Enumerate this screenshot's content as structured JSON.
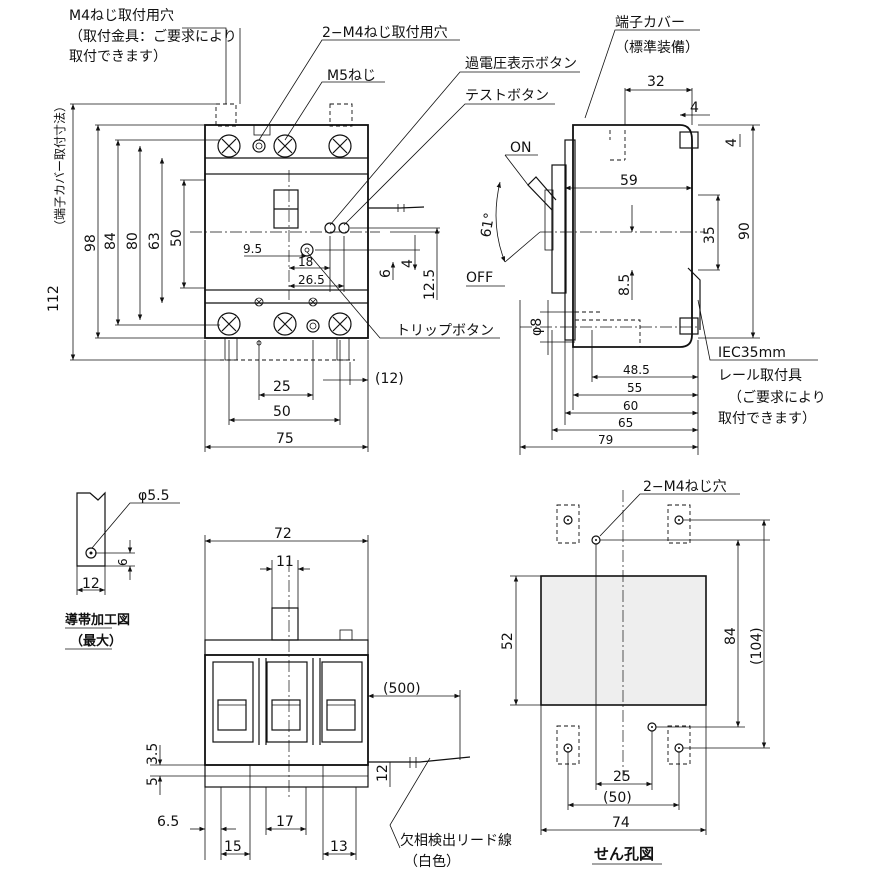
{
  "labels": {
    "m4_hole": "M4ねじ取付用穴",
    "m4_hole_note1": "（取付金具：ご要求により",
    "m4_hole_note2": "取付できます）",
    "two_m4_hole": "2−M4ねじ取付用穴",
    "m5_screw": "M5ねじ",
    "overvoltage_button": "過電圧表示ボタン",
    "test_button": "テストボタン",
    "trip_button": "トリップボタン",
    "terminal_cover": "端子カバー",
    "terminal_cover_std": "（標準装備）",
    "on": "ON",
    "off": "OFF",
    "angle": "61°",
    "rail_1": "IEC35mm",
    "rail_2": "レール取付具",
    "rail_3": "（ご要求により",
    "rail_4": "取付できます）",
    "left_vertical": "（端子カバー取付寸法）",
    "busbar_1": "導帯加工図",
    "busbar_2": "（最大）",
    "phase_lead": "欠相検出リード線",
    "phase_lead_color": "（白色）",
    "two_m4_screw_hole": "2−M4ねじ穴",
    "drill_hole": "せん孔図"
  },
  "dims_front": {
    "d112": "112",
    "d98": "98",
    "d84": "84",
    "d80": "80",
    "d63": "63",
    "d50": "50",
    "d9_5": "9.5",
    "d18": "18",
    "d26_5": "26.5",
    "d6": "6",
    "d4": "4",
    "d12_5": "12.5",
    "d25": "25",
    "d12p": "(12)",
    "d50b": "50",
    "d75": "75"
  },
  "dims_side": {
    "d32": "32",
    "d4": "4",
    "d59": "59",
    "d35": "35",
    "d90": "90",
    "d8_5": "8.5",
    "phi8": "φ8",
    "d48_5": "48.5",
    "d55": "55",
    "d60": "60",
    "d65": "65",
    "d79": "79"
  },
  "dims_busbar": {
    "phi5_5": "φ5.5",
    "d6": "6",
    "d12": "12"
  },
  "dims_bottom": {
    "d72": "72",
    "d11": "11",
    "d500": "(500)",
    "d3_5": "3.5",
    "d5": "5",
    "d12": "12",
    "d6_5": "6.5",
    "d17": "17",
    "d15": "15",
    "d13": "13"
  },
  "dims_drill": {
    "d52": "52",
    "d84": "84",
    "d104": "(104)",
    "d25": "25",
    "d50": "(50)",
    "d74": "74"
  }
}
